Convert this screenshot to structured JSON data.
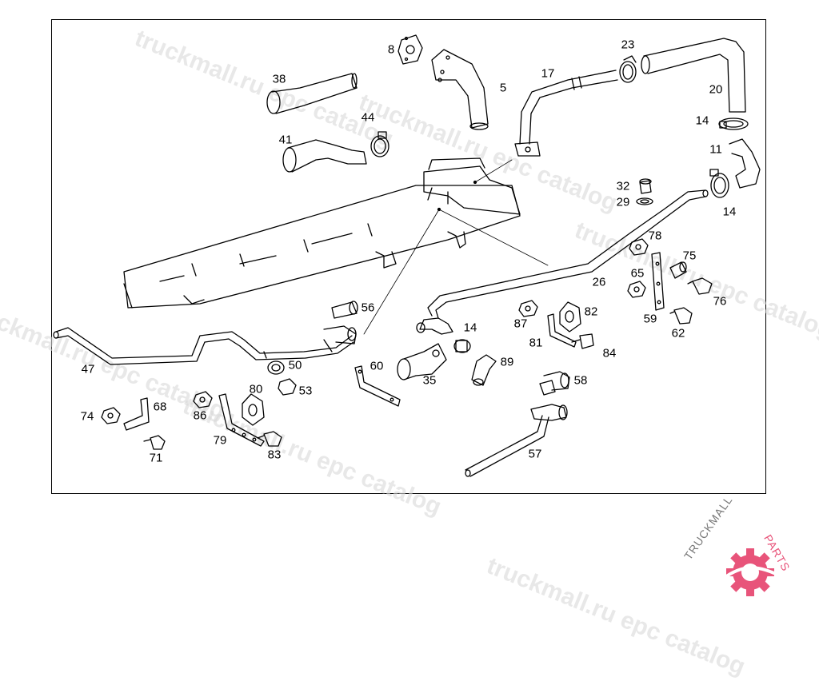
{
  "diagram": {
    "callouts": [
      {
        "id": "8",
        "label": "8"
      },
      {
        "id": "5",
        "label": "5"
      },
      {
        "id": "38",
        "label": "38"
      },
      {
        "id": "44",
        "label": "44"
      },
      {
        "id": "41",
        "label": "41"
      },
      {
        "id": "17",
        "label": "17"
      },
      {
        "id": "23",
        "label": "23"
      },
      {
        "id": "20",
        "label": "20"
      },
      {
        "id": "14a",
        "label": "14"
      },
      {
        "id": "11",
        "label": "11"
      },
      {
        "id": "14b",
        "label": "14"
      },
      {
        "id": "32",
        "label": "32"
      },
      {
        "id": "29",
        "label": "29"
      },
      {
        "id": "78",
        "label": "78"
      },
      {
        "id": "75",
        "label": "75"
      },
      {
        "id": "65",
        "label": "65"
      },
      {
        "id": "26",
        "label": "26"
      },
      {
        "id": "76",
        "label": "76"
      },
      {
        "id": "59",
        "label": "59"
      },
      {
        "id": "62",
        "label": "62"
      },
      {
        "id": "56",
        "label": "56"
      },
      {
        "id": "82",
        "label": "82"
      },
      {
        "id": "87",
        "label": "87"
      },
      {
        "id": "14c",
        "label": "14"
      },
      {
        "id": "81",
        "label": "81"
      },
      {
        "id": "84",
        "label": "84"
      },
      {
        "id": "89",
        "label": "89"
      },
      {
        "id": "47",
        "label": "47"
      },
      {
        "id": "50",
        "label": "50"
      },
      {
        "id": "60",
        "label": "60"
      },
      {
        "id": "35",
        "label": "35"
      },
      {
        "id": "53",
        "label": "53"
      },
      {
        "id": "58",
        "label": "58"
      },
      {
        "id": "80",
        "label": "80"
      },
      {
        "id": "74",
        "label": "74"
      },
      {
        "id": "68",
        "label": "68"
      },
      {
        "id": "86",
        "label": "86"
      },
      {
        "id": "79",
        "label": "79"
      },
      {
        "id": "71",
        "label": "71"
      },
      {
        "id": "83",
        "label": "83"
      },
      {
        "id": "57",
        "label": "57"
      }
    ]
  },
  "watermarks": [
    "truckmall.ru epc catalog"
  ],
  "logo": {
    "text_main": "TRUCKMALL",
    "text_accent": "PARTS",
    "accent_color": "#e8547a",
    "main_color": "#777777"
  }
}
